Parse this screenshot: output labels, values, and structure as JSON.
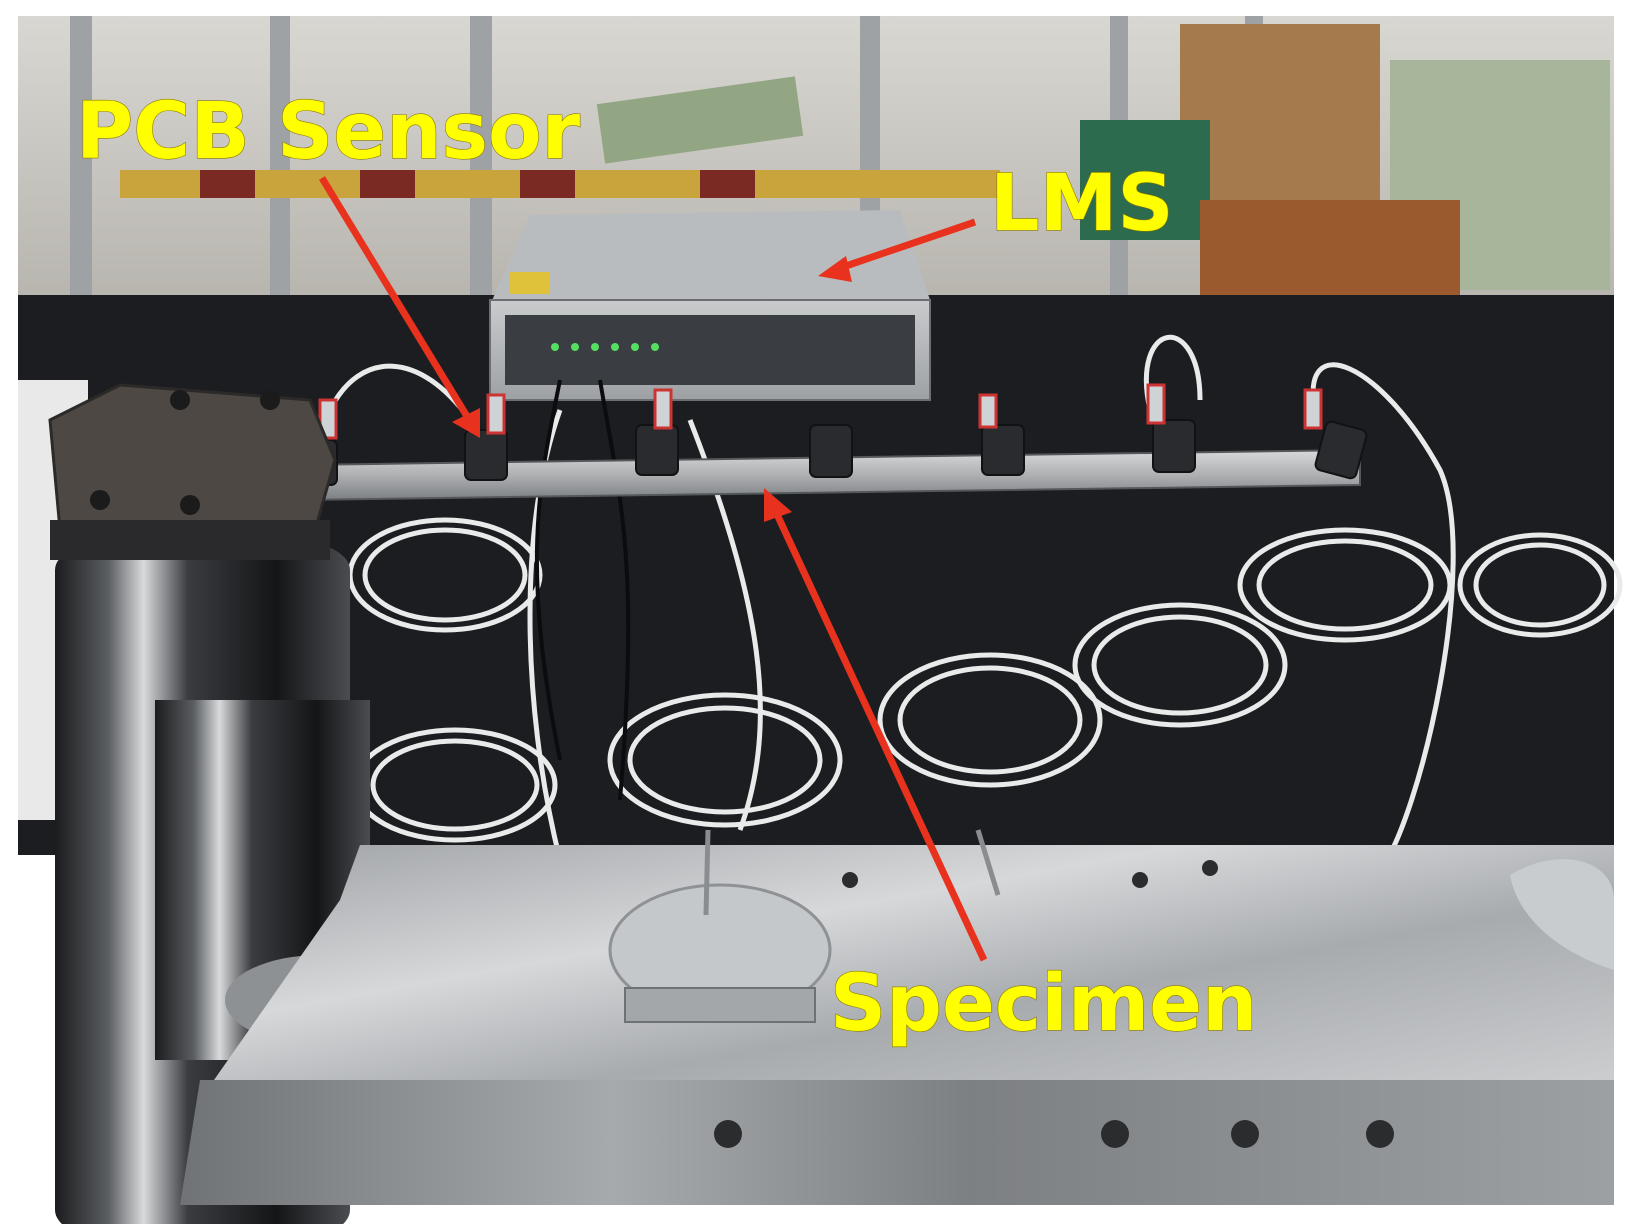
{
  "figure": {
    "labels": {
      "pcb_sensor": "PCB Sensor",
      "lms": "LMS",
      "specimen": "Specimen"
    }
  },
  "colors": {
    "label_text": "#ffff00",
    "arrow": "#e8321e",
    "table_top": "#1c1d21",
    "steel": "#b9bcbf",
    "cable": "#e9eaea"
  }
}
